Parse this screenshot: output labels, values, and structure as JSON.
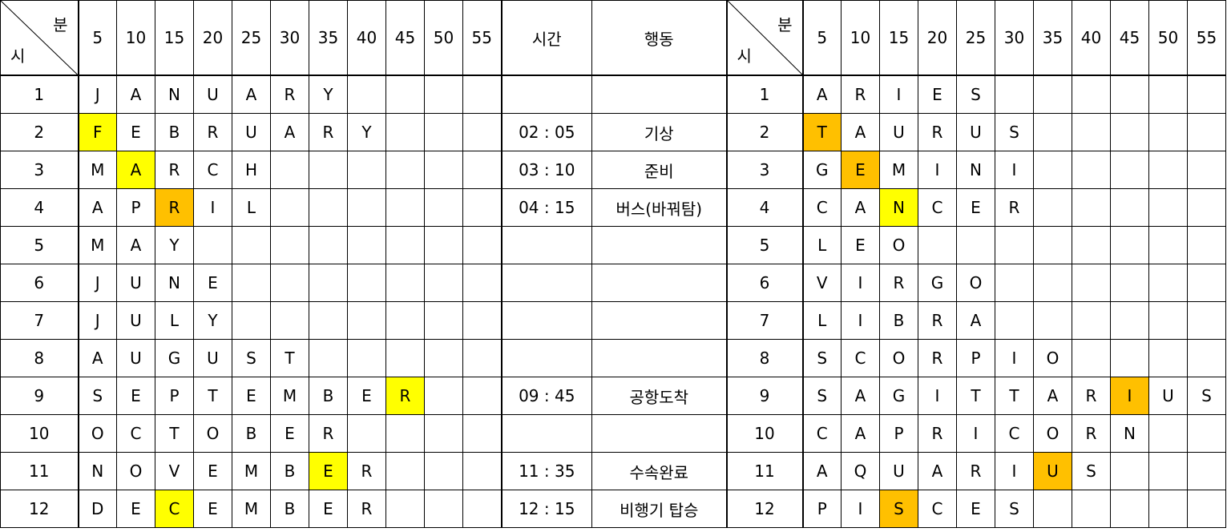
{
  "corner": {
    "min_label": "분",
    "hour_label": "시"
  },
  "minutes": [
    "5",
    "10",
    "15",
    "20",
    "25",
    "30",
    "35",
    "40",
    "45",
    "50",
    "55"
  ],
  "time_header": "시간",
  "action_header": "행동",
  "months": [
    [
      "J",
      "A",
      "N",
      "U",
      "A",
      "R",
      "Y",
      "",
      "",
      "",
      ""
    ],
    [
      "F",
      "E",
      "B",
      "R",
      "U",
      "A",
      "R",
      "Y",
      "",
      "",
      ""
    ],
    [
      "M",
      "A",
      "R",
      "C",
      "H",
      "",
      "",
      "",
      "",
      "",
      ""
    ],
    [
      "A",
      "P",
      "R",
      "I",
      "L",
      "",
      "",
      "",
      "",
      "",
      ""
    ],
    [
      "M",
      "A",
      "Y",
      "",
      "",
      "",
      "",
      "",
      "",
      "",
      ""
    ],
    [
      "J",
      "U",
      "N",
      "E",
      "",
      "",
      "",
      "",
      "",
      "",
      ""
    ],
    [
      "J",
      "U",
      "L",
      "Y",
      "",
      "",
      "",
      "",
      "",
      "",
      ""
    ],
    [
      "A",
      "U",
      "G",
      "U",
      "S",
      "T",
      "",
      "",
      "",
      "",
      ""
    ],
    [
      "S",
      "E",
      "P",
      "T",
      "E",
      "M",
      "B",
      "E",
      "R",
      "",
      ""
    ],
    [
      "O",
      "C",
      "T",
      "O",
      "B",
      "E",
      "R",
      "",
      "",
      "",
      ""
    ],
    [
      "N",
      "O",
      "V",
      "E",
      "M",
      "B",
      "E",
      "R",
      "",
      "",
      ""
    ],
    [
      "D",
      "E",
      "C",
      "E",
      "M",
      "B",
      "E",
      "R",
      "",
      "",
      ""
    ]
  ],
  "schedule": [
    {
      "time": "",
      "action": ""
    },
    {
      "time": "02 : 05",
      "action": "기상"
    },
    {
      "time": "03 : 10",
      "action": "준비"
    },
    {
      "time": "04 : 15",
      "action": "버스(바꿔탐)"
    },
    {
      "time": "",
      "action": ""
    },
    {
      "time": "",
      "action": ""
    },
    {
      "time": "",
      "action": ""
    },
    {
      "time": "",
      "action": ""
    },
    {
      "time": "09 : 45",
      "action": "공항도착"
    },
    {
      "time": "",
      "action": ""
    },
    {
      "time": "11 : 35",
      "action": "수속완료"
    },
    {
      "time": "12 : 15",
      "action": "비행기 탑승"
    }
  ],
  "zodiac": [
    [
      "A",
      "R",
      "I",
      "E",
      "S",
      "",
      "",
      "",
      "",
      "",
      ""
    ],
    [
      "T",
      "A",
      "U",
      "R",
      "U",
      "S",
      "",
      "",
      "",
      "",
      ""
    ],
    [
      "G",
      "E",
      "M",
      "I",
      "N",
      "I",
      "",
      "",
      "",
      "",
      ""
    ],
    [
      "C",
      "A",
      "N",
      "C",
      "E",
      "R",
      "",
      "",
      "",
      "",
      ""
    ],
    [
      "L",
      "E",
      "O",
      "",
      "",
      "",
      "",
      "",
      "",
      "",
      ""
    ],
    [
      "V",
      "I",
      "R",
      "G",
      "O",
      "",
      "",
      "",
      "",
      "",
      ""
    ],
    [
      "L",
      "I",
      "B",
      "R",
      "A",
      "",
      "",
      "",
      "",
      "",
      ""
    ],
    [
      "S",
      "C",
      "O",
      "R",
      "P",
      "I",
      "O",
      "",
      "",
      "",
      ""
    ],
    [
      "S",
      "A",
      "G",
      "I",
      "T",
      "T",
      "A",
      "R",
      "I",
      "U",
      "S"
    ],
    [
      "C",
      "A",
      "P",
      "R",
      "I",
      "C",
      "O",
      "R",
      "N",
      "",
      ""
    ],
    [
      "A",
      "Q",
      "U",
      "A",
      "R",
      "I",
      "U",
      "S",
      "",
      "",
      ""
    ],
    [
      "P",
      "I",
      "S",
      "C",
      "E",
      "S",
      "",
      "",
      "",
      "",
      ""
    ]
  ],
  "highlights": {
    "colors": {
      "yellow": "#ffff00",
      "orange": "#ffc000"
    },
    "months": [
      {
        "row": 2,
        "col": 1,
        "color": "yellow"
      },
      {
        "row": 3,
        "col": 2,
        "color": "yellow"
      },
      {
        "row": 4,
        "col": 3,
        "color": "orange"
      },
      {
        "row": 9,
        "col": 9,
        "color": "yellow"
      },
      {
        "row": 11,
        "col": 7,
        "color": "yellow"
      },
      {
        "row": 12,
        "col": 3,
        "color": "yellow"
      }
    ],
    "zodiac": [
      {
        "row": 2,
        "col": 1,
        "color": "orange"
      },
      {
        "row": 3,
        "col": 2,
        "color": "orange"
      },
      {
        "row": 4,
        "col": 3,
        "color": "yellow"
      },
      {
        "row": 9,
        "col": 9,
        "color": "orange"
      },
      {
        "row": 11,
        "col": 7,
        "color": "orange"
      },
      {
        "row": 12,
        "col": 3,
        "color": "orange"
      }
    ]
  }
}
